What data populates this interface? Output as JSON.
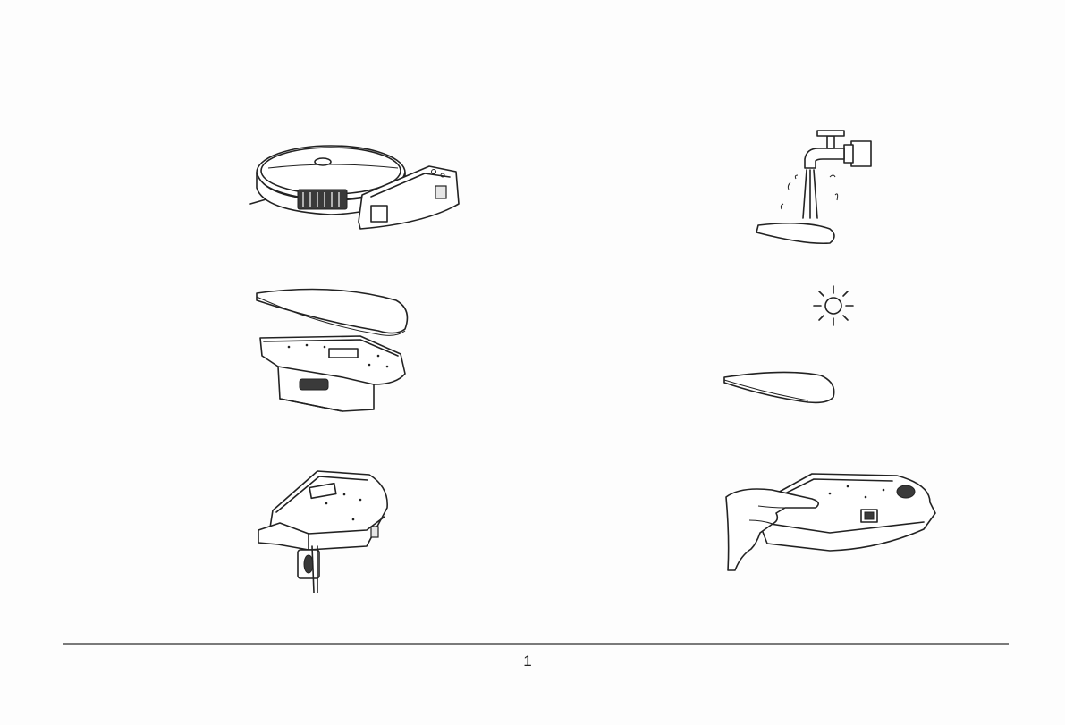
{
  "page": {
    "number": "1"
  },
  "illustrations": [
    {
      "id": "robot-with-mop-bracket",
      "icon": "robot-vacuum-icon"
    },
    {
      "id": "mop-cloth-separated",
      "icon": "mop-pad-icon"
    },
    {
      "id": "bracket-removal",
      "icon": "mop-bracket-icon"
    },
    {
      "id": "washing-mop",
      "icon": "water-tap-icon"
    },
    {
      "id": "drying-mop",
      "icon": "sun-icon"
    },
    {
      "id": "attaching-mop",
      "icon": "hand-icon"
    }
  ]
}
